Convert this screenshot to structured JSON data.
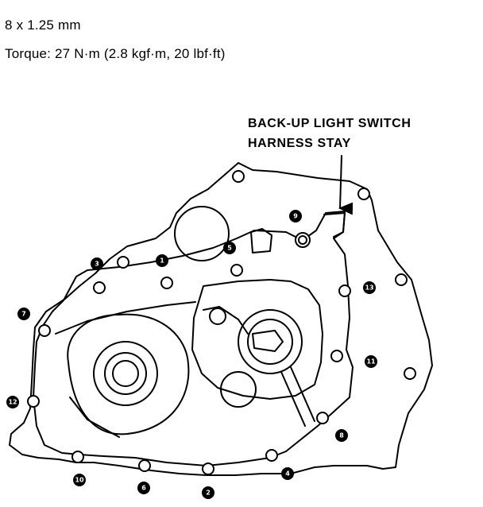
{
  "spec": {
    "bolt_size": "8 x 1.25 mm",
    "torque": "Torque: 27 N·m (2.8 kgf·m, 20 lbf·ft)"
  },
  "callout": {
    "line1": "BACK-UP LIGHT SWITCH",
    "line2": "HARNESS STAY"
  },
  "bolt_numbers": [
    "1",
    "2",
    "3",
    "4",
    "5",
    "6",
    "7",
    "8",
    "9",
    "10",
    "11",
    "12",
    "13"
  ]
}
